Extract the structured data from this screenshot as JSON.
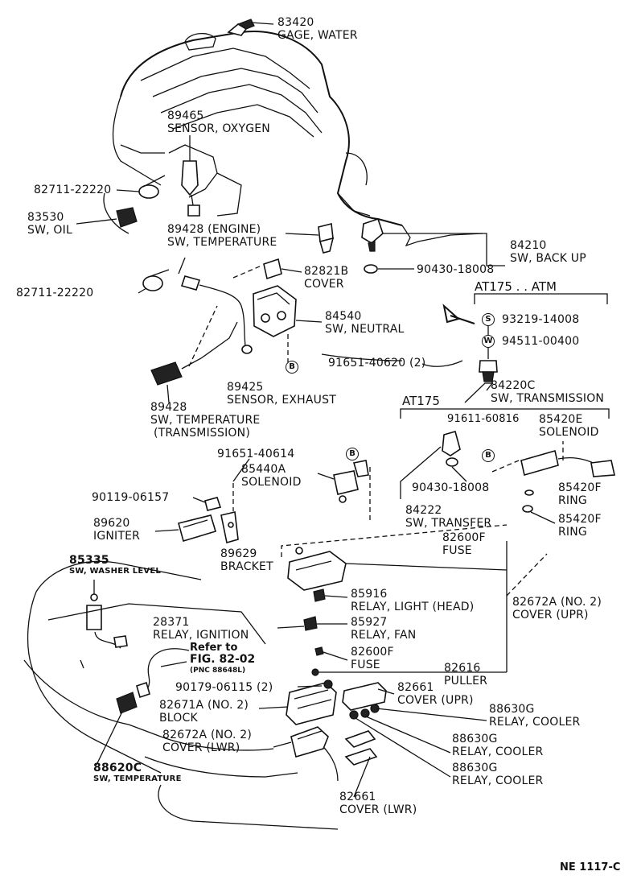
{
  "parts": [
    {
      "id": "p83420",
      "number": "83420",
      "name": "GAGE, WATER"
    },
    {
      "id": "p89465",
      "number": "89465",
      "name": "SENSOR, OXYGEN"
    },
    {
      "id": "p82711a",
      "number": "82711-22220",
      "name": ""
    },
    {
      "id": "p83530",
      "number": "83530",
      "name": "SW, OIL"
    },
    {
      "id": "p89428e",
      "number": "89428 (ENGINE)",
      "name": "SW, TEMPERATURE"
    },
    {
      "id": "p84210",
      "number": "84210",
      "name": "SW, BACK  UP"
    },
    {
      "id": "p82821b",
      "number": "82821B",
      "name": "COVER"
    },
    {
      "id": "p90430a",
      "number": "90430-18008",
      "name": ""
    },
    {
      "id": "p82711b",
      "number": "82711-22220",
      "name": ""
    },
    {
      "id": "p84540",
      "number": "84540",
      "name": "SW, NEUTRAL"
    },
    {
      "id": "p93219",
      "number": "93219-14008",
      "name": ""
    },
    {
      "id": "p94511",
      "number": "94511-00400",
      "name": ""
    },
    {
      "id": "p91651a",
      "number": "91651-40620 (2)",
      "name": ""
    },
    {
      "id": "p89425",
      "number": "89425",
      "name": "SENSOR, EXHAUST"
    },
    {
      "id": "p84220c",
      "number": "84220C",
      "name": "SW, TRANSMISSION"
    },
    {
      "id": "p89428t",
      "number": "89428",
      "name": "SW, TEMPERATURE",
      "extra": "(TRANSMISSION)"
    },
    {
      "id": "p91611",
      "number": "91611-60816",
      "name": ""
    },
    {
      "id": "p85420e",
      "number": "85420E",
      "name": "SOLENOID"
    },
    {
      "id": "p91651b",
      "number": "91651-40614",
      "name": ""
    },
    {
      "id": "p85440a",
      "number": "85440A",
      "name": "SOLENOID"
    },
    {
      "id": "p90119",
      "number": "90119-06157",
      "name": ""
    },
    {
      "id": "p90430b",
      "number": "90430-18008",
      "name": ""
    },
    {
      "id": "p85420f1",
      "number": "85420F",
      "name": "RING"
    },
    {
      "id": "p84222",
      "number": "84222",
      "name": "SW, TRANSFER"
    },
    {
      "id": "p89620",
      "number": "89620",
      "name": "IGNITER"
    },
    {
      "id": "p85420f2",
      "number": "85420F",
      "name": "RING"
    },
    {
      "id": "p82600f1",
      "number": "82600F",
      "name": "FUSE"
    },
    {
      "id": "p89629",
      "number": "89629",
      "name": "BRACKET"
    },
    {
      "id": "p85335",
      "number": "85335",
      "name": "SW, WASHER LEVEL"
    },
    {
      "id": "p85916",
      "number": "85916",
      "name": "RELAY, LIGHT (HEAD)"
    },
    {
      "id": "p82672a1",
      "number": "82672A (NO. 2)",
      "name": "COVER (UPR)"
    },
    {
      "id": "p28371",
      "number": "28371",
      "name": "RELAY, IGNITION"
    },
    {
      "id": "p85927",
      "number": "85927",
      "name": "RELAY, FAN"
    },
    {
      "id": "p82600f2",
      "number": "82600F",
      "name": "FUSE"
    },
    {
      "id": "p82616",
      "number": "82616",
      "name": "PULLER"
    },
    {
      "id": "p90179",
      "number": "90179-06115 (2)",
      "name": ""
    },
    {
      "id": "p82661a",
      "number": "82661",
      "name": "COVER (UPR)"
    },
    {
      "id": "p82671a",
      "number": "82671A (NO. 2)",
      "name": "BLOCK"
    },
    {
      "id": "p88630g1",
      "number": "88630G",
      "name": "RELAY, COOLER"
    },
    {
      "id": "p82672a2",
      "number": "82672A (NO. 2)",
      "name": "COVER (LWR)"
    },
    {
      "id": "p88630g2",
      "number": "88630G",
      "name": "RELAY, COOLER"
    },
    {
      "id": "p88620c",
      "number": "88620C",
      "name": "SW, TEMPERATURE"
    },
    {
      "id": "p88630g3",
      "number": "88630G",
      "name": "RELAY, COOLER"
    },
    {
      "id": "p82661b",
      "number": "82661",
      "name": "COVER (LWR)"
    }
  ],
  "groups": {
    "atm": "AT175 . . ATM",
    "at175": "AT175"
  },
  "reference": {
    "line1": "Refer to",
    "line2": "FIG. 82-02",
    "line3": "(PNC 88648L)"
  },
  "markers": {
    "s": "S",
    "w": "W",
    "b": "B"
  },
  "diagram_code": "NE 1117-C"
}
